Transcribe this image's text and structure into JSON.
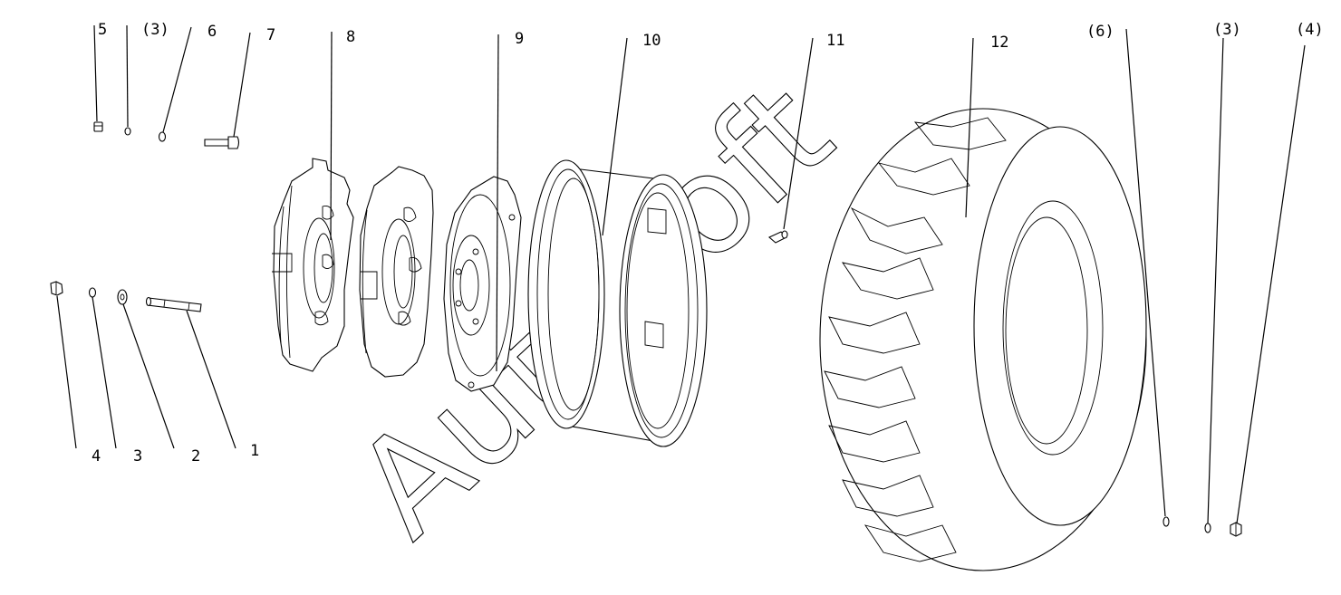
{
  "diagram": {
    "watermark": "AutoSoft",
    "labels": {
      "l1": "1",
      "l2": "2",
      "l3": "3",
      "l4": "4",
      "l5": "5",
      "l3_top": "(3)",
      "l6": "6",
      "l7": "7",
      "l8": "8",
      "l9": "9",
      "l10": "10",
      "l11": "11",
      "l12": "12",
      "l6_right": "(6)",
      "l3_right": "(3)",
      "l4_right": "(4)"
    }
  }
}
